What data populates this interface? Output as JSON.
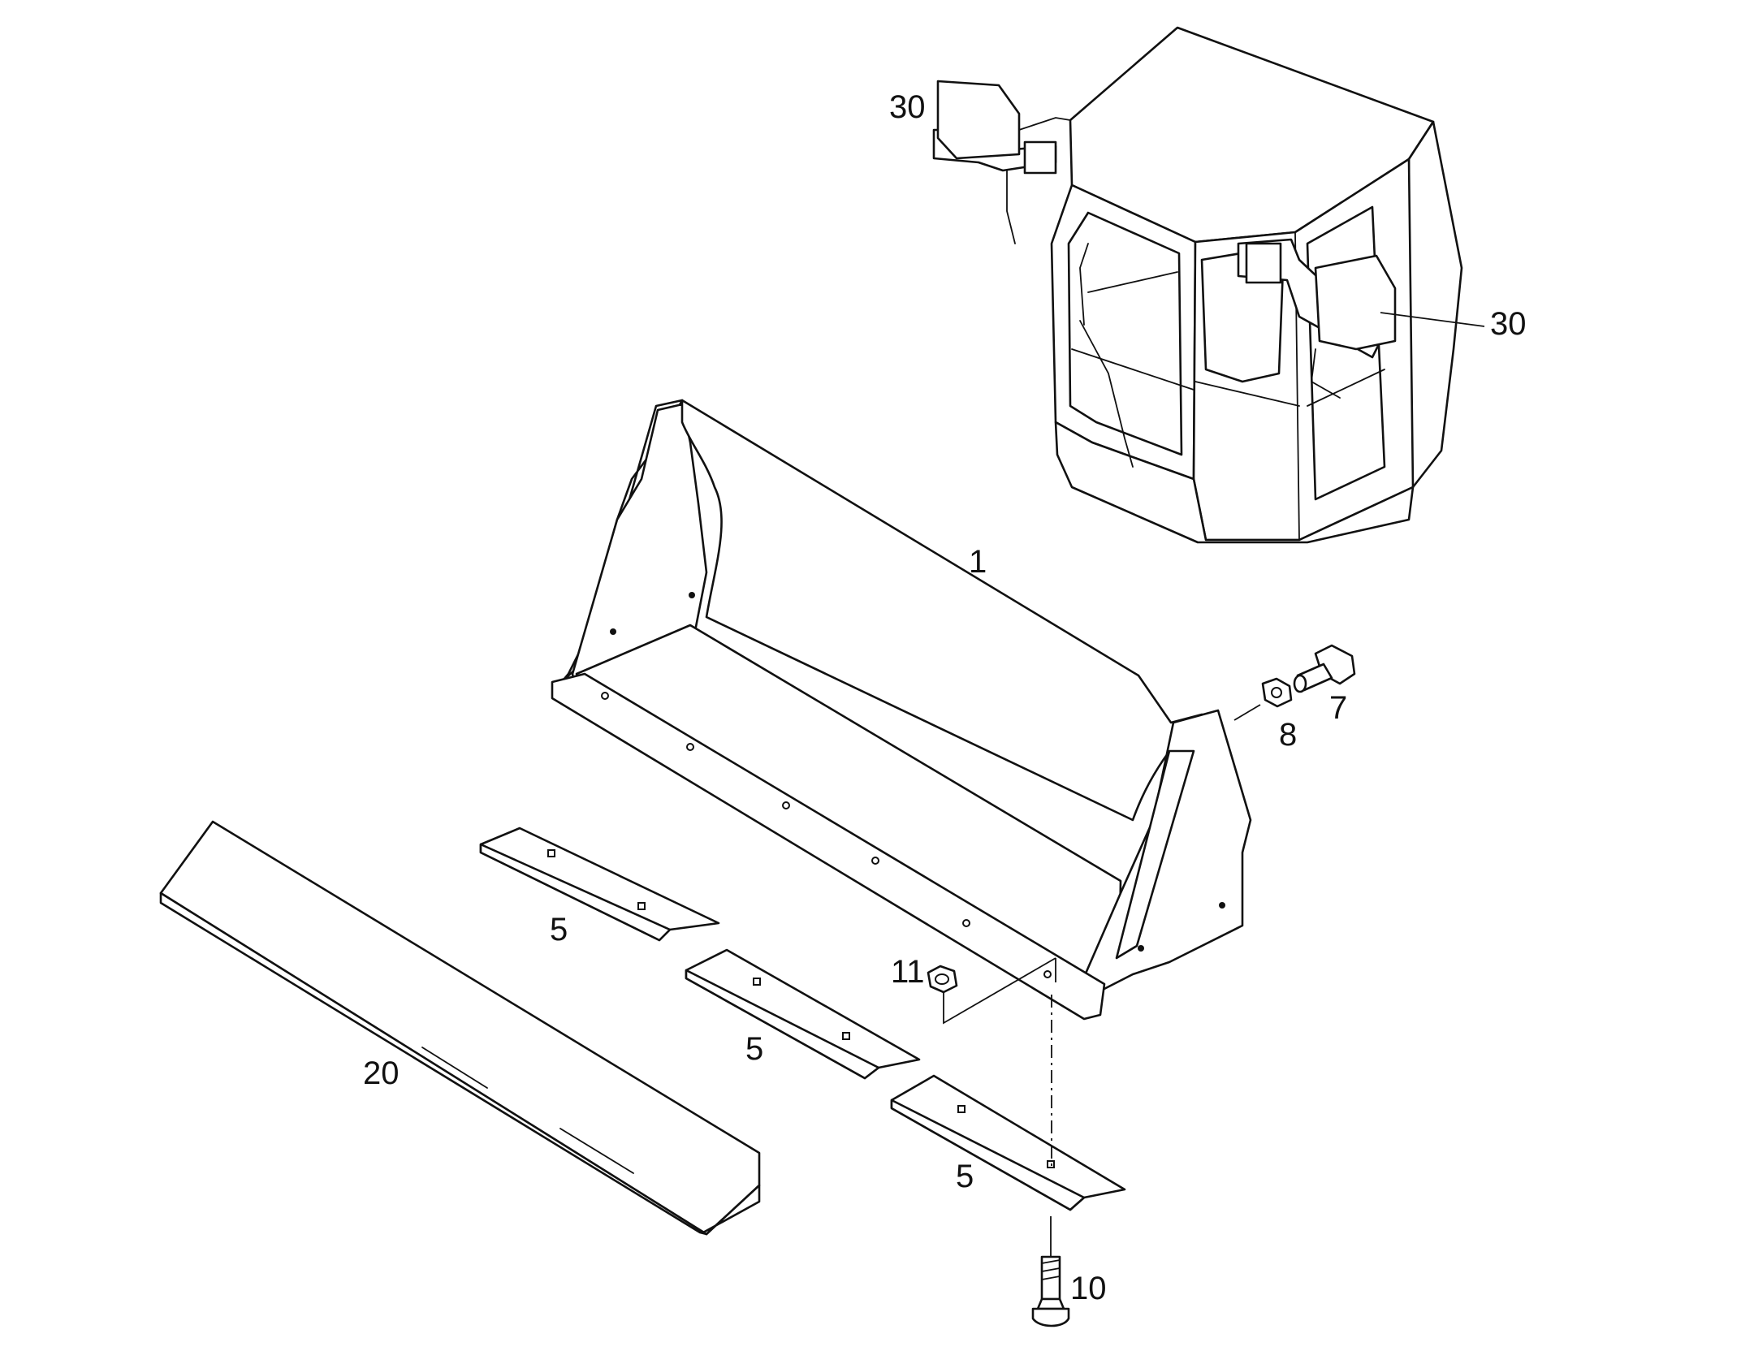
{
  "callouts": {
    "mirror_left": "30",
    "mirror_right": "30",
    "bucket": "1",
    "bolt": "7",
    "nut": "8",
    "nut_small": "11",
    "cutting_edge_1": "5",
    "cutting_edge_2": "5",
    "cutting_edge_3": "5",
    "blade": "20",
    "screw": "10"
  },
  "colors": {
    "line": "#111111",
    "background": "#ffffff"
  }
}
